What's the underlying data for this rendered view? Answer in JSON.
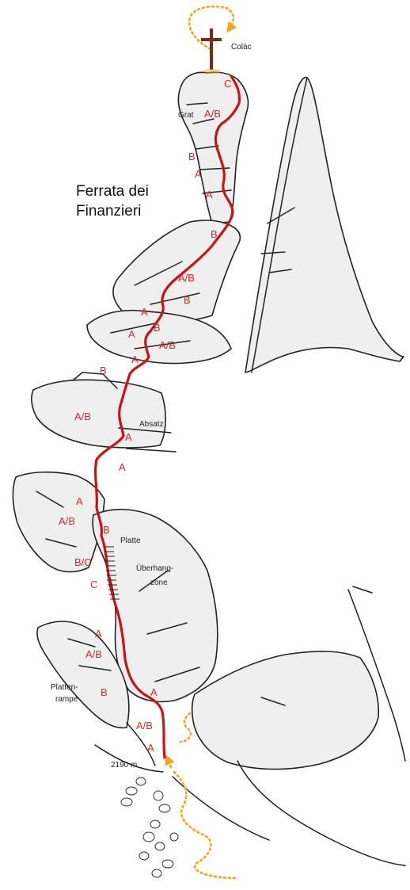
{
  "title": [
    "Ferrata dei",
    "Finanzieri"
  ],
  "labels": {
    "summit": "Colàc",
    "ridge": "Grat",
    "ledge": "Absatz",
    "slab": "Platte",
    "overhang_1": "Überhang-",
    "overhang_2": "zone",
    "slab_ramp_1": "Platten-",
    "slab_ramp_2": "rampe",
    "start_altitude": "2190 m"
  },
  "route_grades": [
    "C",
    "A/B",
    "B",
    "A",
    "A",
    "B",
    "A/B",
    "B",
    "A",
    "B",
    "A",
    "A/B",
    "A",
    "B",
    "A/B",
    "A",
    "A",
    "A",
    "A/B",
    "B",
    "B/C",
    "C",
    "A",
    "A/B",
    "B",
    "A",
    "A/B",
    "A"
  ],
  "colors": {
    "route": "#c81414",
    "grade_text": "#e02424",
    "approach_path": "#f2a516",
    "cross": "#7a2a12"
  },
  "icons": [
    "summit-cross-icon",
    "approach-arrow-icon"
  ]
}
